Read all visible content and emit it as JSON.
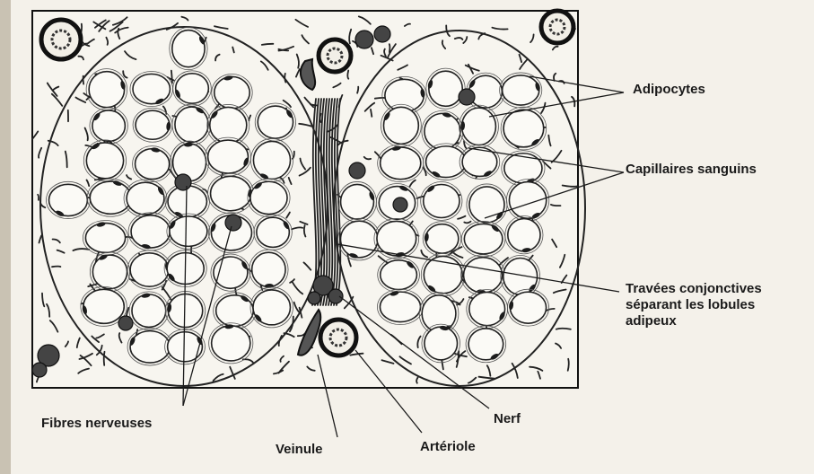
{
  "labels": {
    "adipocytes": "Adipocytes",
    "capillaires": "Capillaires sanguins",
    "travees_line1": "Travées conjonctives",
    "travees_line2": "séparant les lobules",
    "travees_line3": "adipeux",
    "nerf": "Nerf",
    "fibres": "Fibres nerveuses",
    "veinule": "Veinule",
    "arteriole": "Artériole"
  },
  "colors": {
    "background": "#f4f1ea",
    "ink": "#1a1a1a",
    "cell_fill": "#fbfaf6"
  }
}
